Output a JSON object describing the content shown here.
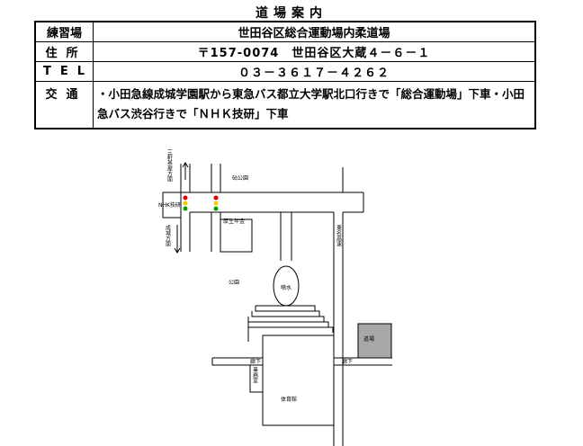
{
  "header": {
    "title": "道場案内"
  },
  "info": {
    "practice": {
      "label": "練習場",
      "value": "世田谷区総合運動場内柔道場"
    },
    "address": {
      "label": "住所",
      "value": "〒157-0074　世田谷区大蔵４－６－１"
    },
    "tel": {
      "label": "TEL",
      "value": "０３－３６１７－４２６２"
    },
    "access": {
      "label": "交通",
      "value": "・小田急線成城学園駅から東急バス都立大学駅北口行きで「総合運動場」下車・小田急バス渋谷行きで「ＮＨＫ技研」下車"
    }
  },
  "map": {
    "labels": {
      "sangenjaya": "三軒茶屋方面",
      "seijo": "成城方面",
      "nhk": "NHK技研",
      "kinuta": "砧公園",
      "kosei": "厚生年金",
      "tomei": "東名高速",
      "park": "公園",
      "fountain": "噴水",
      "dojo": "道場",
      "corridor_left": "廊下",
      "corridor_right": "廊下",
      "office": "事務室",
      "gym": "体育館"
    },
    "colors": {
      "dojo_fill": "#a8a8a8",
      "signal_red": "#e00000",
      "signal_yellow": "#e8d000",
      "signal_green": "#00a000"
    }
  }
}
